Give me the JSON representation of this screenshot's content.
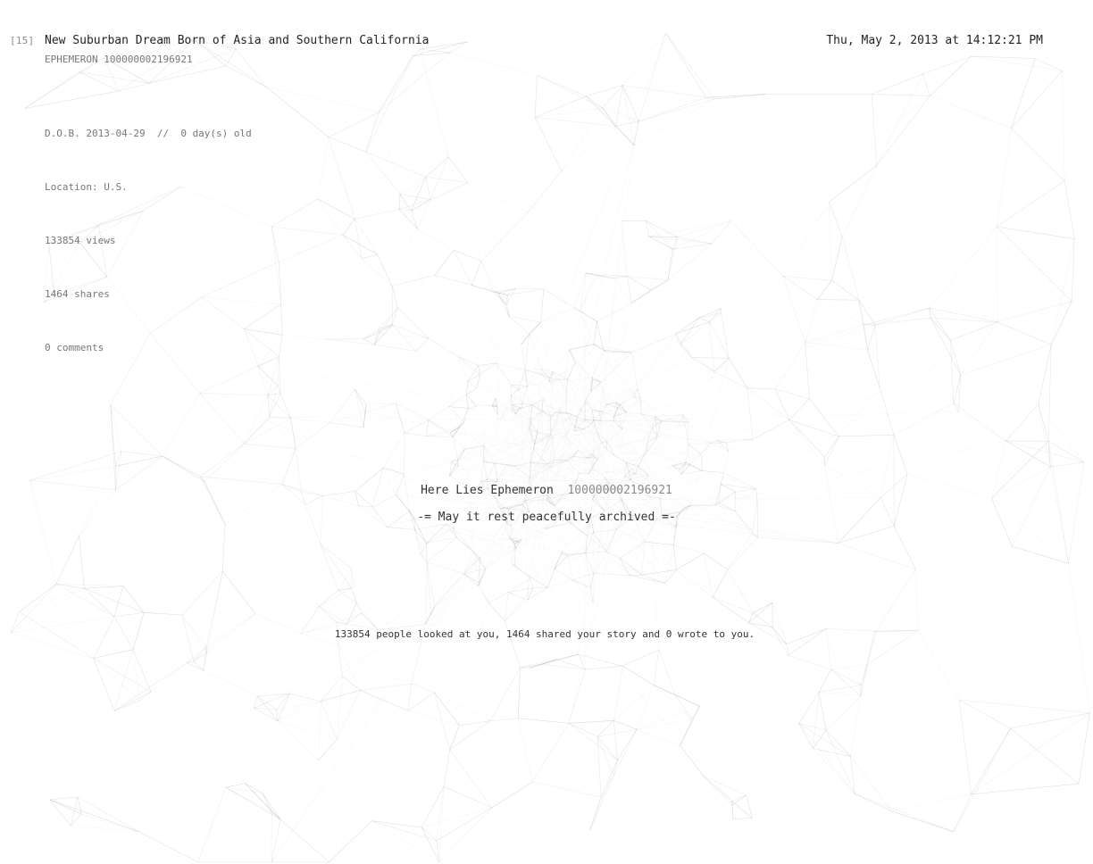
{
  "header": {
    "index": "[15]",
    "title": "New Suburban Dream Born of Asia and Southern California",
    "ephemeron_id": "EPHEMERON 100000002196921",
    "datetime": "Thu, May 2, 2013 at 14:12:21 PM"
  },
  "meta": {
    "dob": "D.O.B. 2013-04-29  //  0 day(s) old",
    "location": "Location: U.S.",
    "views": "133854 views",
    "shares": "1464 shares",
    "comments": "0 comments"
  },
  "epitaph": {
    "line1_prefix": "Here Lies Ephemeron  ",
    "line1_id": "100000002196921",
    "line2": "-= May it rest peacefully archived =-",
    "summary": "133854 people looked at you, 1464 shared your story and 0 wrote to you."
  },
  "colors": {
    "background": "#ffffff",
    "network_lines": "#9a9a9a"
  }
}
